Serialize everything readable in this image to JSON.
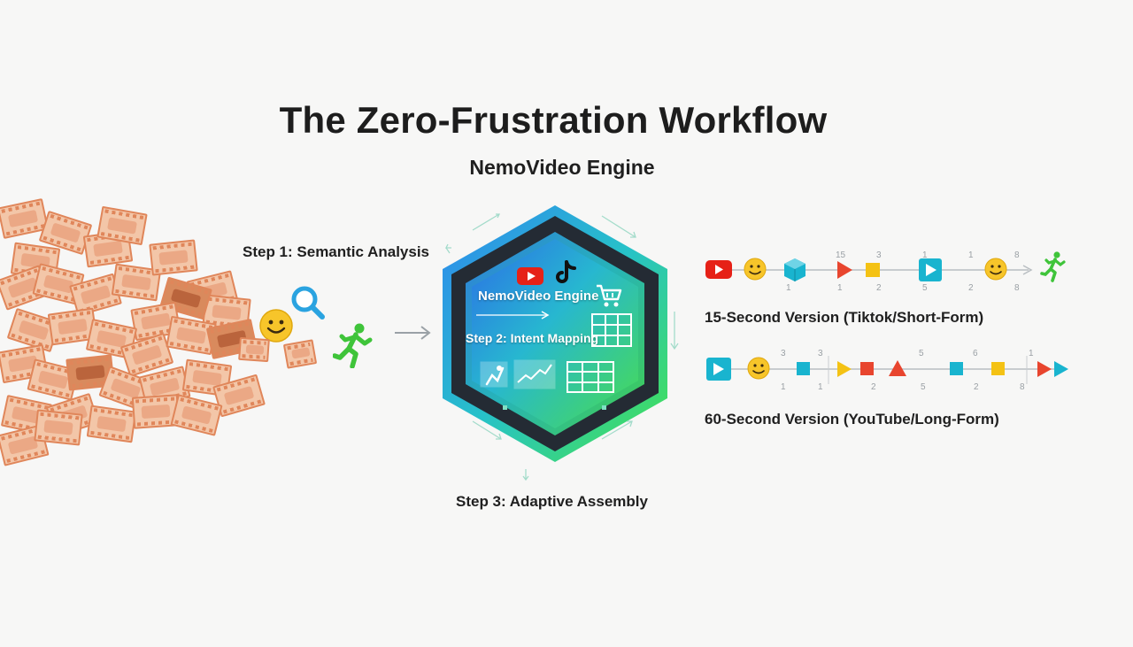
{
  "title": "The Zero-Frustration Workflow",
  "subtitle": "NemoVideo Engine",
  "steps": {
    "step1": "Step 1: Semantic Analysis",
    "step2": "Step 2: Intent Mapping",
    "step3": "Step 3: Adaptive Assembly"
  },
  "engine": {
    "label": "NemoVideo Engine"
  },
  "outputs": {
    "short": {
      "label": "15-Second Version (Tiktok/Short-Form)",
      "top_marks": [
        "15",
        "3",
        "1",
        "1",
        "8"
      ],
      "bottom_marks": [
        "1",
        "1",
        "2",
        "5",
        "2",
        "8"
      ]
    },
    "long": {
      "label": "60-Second Version (YouTube/Long-Form)",
      "top_marks": [
        "3",
        "3",
        "5",
        "6",
        "1"
      ],
      "bottom_marks": [
        "1",
        "1",
        "2",
        "5",
        "2",
        "8"
      ]
    }
  },
  "colors": {
    "youtube": "#e62117",
    "emoji": "#f7c52a",
    "runner": "#3fc43a",
    "search": "#2aa3e0",
    "cyan": "#19b4cf",
    "yellow": "#f4c214",
    "red": "#e8452e",
    "film": "#e0865a"
  },
  "icons": [
    "youtube-icon",
    "tiktok-icon",
    "cart-icon",
    "smiley-icon",
    "search-icon",
    "runner-icon",
    "cube-icon",
    "play-icon",
    "grid-icon",
    "chart-icon"
  ]
}
